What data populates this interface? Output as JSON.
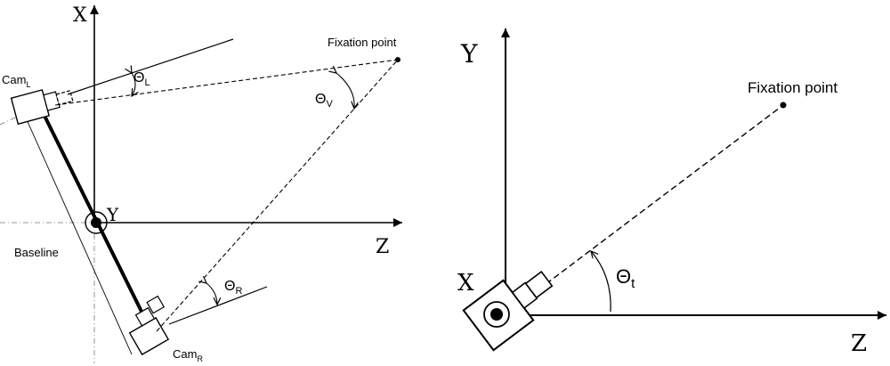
{
  "left_diagram": {
    "axis_x": "X",
    "axis_y": "Y",
    "axis_z": "Z",
    "cam_left": {
      "base": "Cam",
      "sub": "L"
    },
    "cam_right": {
      "base": "Cam",
      "sub": "R"
    },
    "baseline": "Baseline",
    "fixation": "Fixation point",
    "theta_l": {
      "base": "Θ",
      "sub": "L"
    },
    "theta_v": {
      "base": "Θ",
      "sub": "V"
    },
    "theta_r": {
      "base": "Θ",
      "sub": "R"
    }
  },
  "right_diagram": {
    "axis_y": "Y",
    "axis_x": "X",
    "axis_z": "Z",
    "fixation": "Fixation point",
    "theta_t": {
      "base": "Θ",
      "sub": "t"
    }
  }
}
